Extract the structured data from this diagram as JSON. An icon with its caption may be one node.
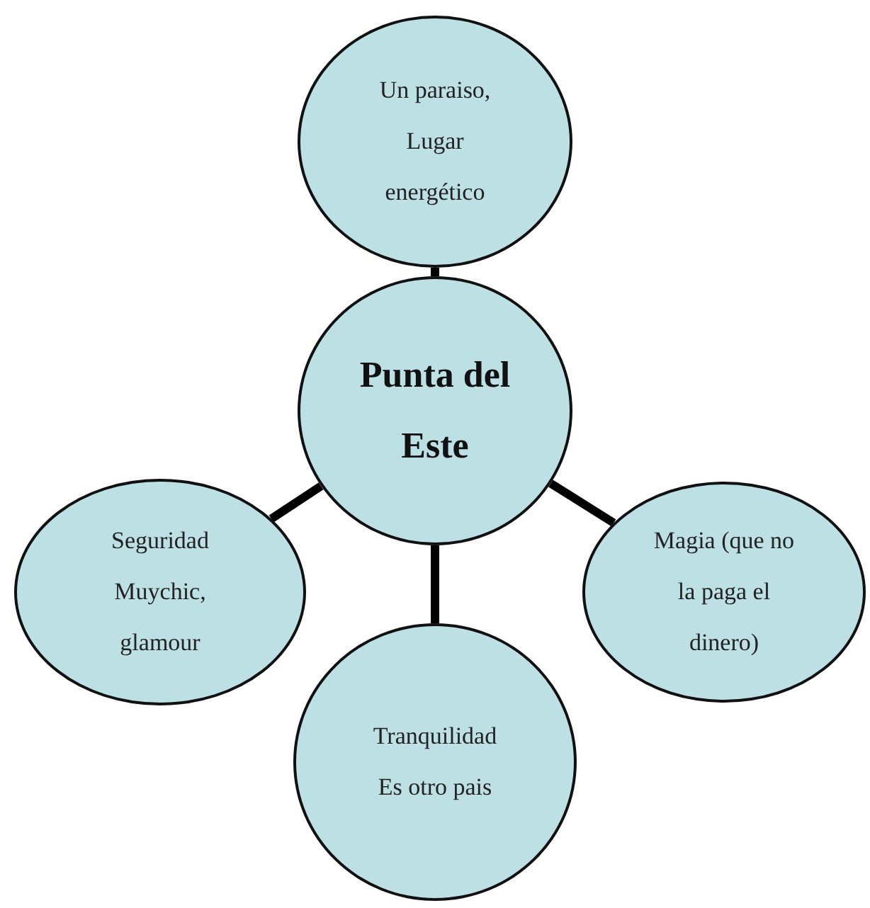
{
  "diagram": {
    "nodes": [
      {
        "text": [
          "Un paraiso, Lugar energético"
        ]
      },
      {
        "text": [
          "Punta del Este"
        ]
      },
      {
        "text": [
          "Seguridad Muychic, glamour"
        ]
      },
      {
        "text": [
          "Magia (que no la paga el dinero)"
        ]
      },
      {
        "text": [
          "Tranquilidad Es otro pais"
        ]
      }
    ],
    "edges": [
      {
        "from": 1,
        "to": 0,
        "arrow": "none"
      },
      {
        "from": 1,
        "to": 2,
        "arrow": "none"
      },
      {
        "from": 1,
        "to": 3,
        "arrow": "none"
      },
      {
        "from": 1,
        "to": 4,
        "arrow": "none"
      }
    ]
  }
}
